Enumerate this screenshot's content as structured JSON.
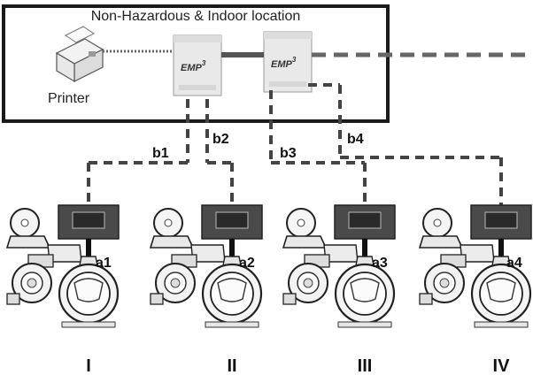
{
  "zone": {
    "title": "Non-Hazardous & Indoor location"
  },
  "printer": {
    "label": "Printer"
  },
  "emp_units": [
    {
      "label": "EMP",
      "superscript": "3"
    },
    {
      "label": "EMP",
      "superscript": "3"
    }
  ],
  "cables": {
    "b1": "b1",
    "b2": "b2",
    "b3": "b3",
    "b4": "b4",
    "a1": "a1",
    "a2": "a2",
    "a3": "a3",
    "a4": "a4"
  },
  "meters": [
    "I",
    "II",
    "III",
    "IV"
  ],
  "colors": {
    "line": "#1a1a1a",
    "dash": "#555555",
    "device": "#e6e6e6",
    "display": "#3a3a3a"
  }
}
